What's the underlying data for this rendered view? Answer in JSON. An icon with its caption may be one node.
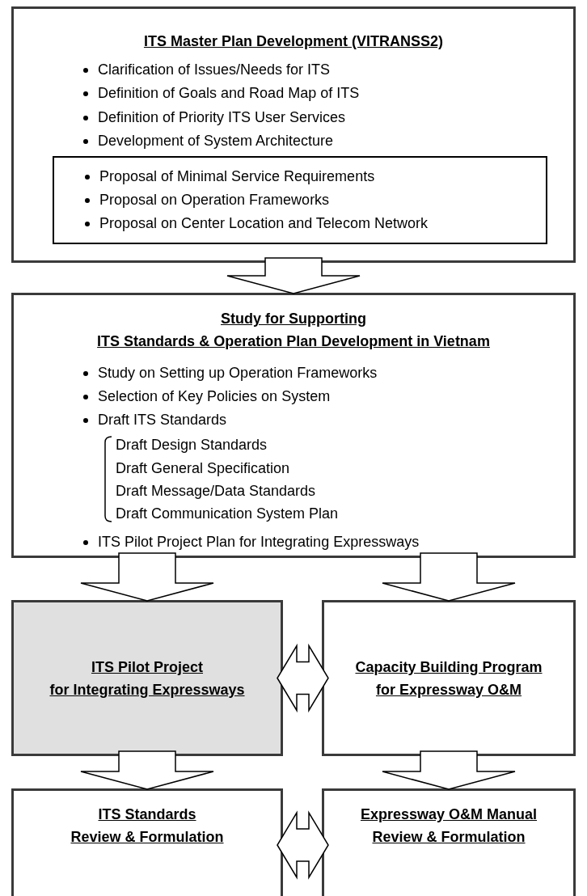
{
  "diagram": {
    "nodes": [
      {
        "text": [
          "ITS Master Plan Development (VITRANSS2)",
          "Clarification of Issues/Needs for ITS",
          "Definition of Goals and Road Map of ITS",
          "Definition of Priority ITS User Services",
          "Development of System Architecture"
        ]
      },
      {
        "text": [
          "Proposal of Minimal Service Requirements",
          "Proposal on Operation Frameworks",
          "Proposal on Center Location and Telecom Network"
        ],
        "in": 0
      },
      {
        "text": [
          "Study for Supporting ITS Standards & Operation Plan Development in Vietnam",
          "Study on Setting up Operation Frameworks",
          "Selection of Key Policies on System",
          "Draft ITS Standards",
          "Draft Design Standards",
          "Draft General Specification",
          "Draft Message/Data Standards",
          "Draft Communication System Plan",
          "ITS Pilot Project Plan for Integrating Expressways"
        ]
      },
      {
        "text": [
          "ITS Pilot Project for Integrating Expressways"
        ]
      },
      {
        "text": [
          "Capacity Building Program for Expressway O&M"
        ]
      },
      {
        "text": [
          "ITS Standards Review & Formulation"
        ]
      },
      {
        "text": [
          "Expressway O&M Manual Review & Formulation"
        ]
      }
    ],
    "edges": [
      {
        "from": 0,
        "to": 2,
        "arrow": "to"
      },
      {
        "from": 2,
        "to": 3,
        "arrow": "to"
      },
      {
        "from": 2,
        "to": 4,
        "arrow": "to"
      },
      {
        "from": 3,
        "to": 4,
        "arrow": "both"
      },
      {
        "from": 3,
        "to": 5,
        "arrow": "to"
      },
      {
        "from": 4,
        "to": 6,
        "arrow": "to"
      },
      {
        "from": 5,
        "to": 6,
        "arrow": "both"
      }
    ]
  }
}
